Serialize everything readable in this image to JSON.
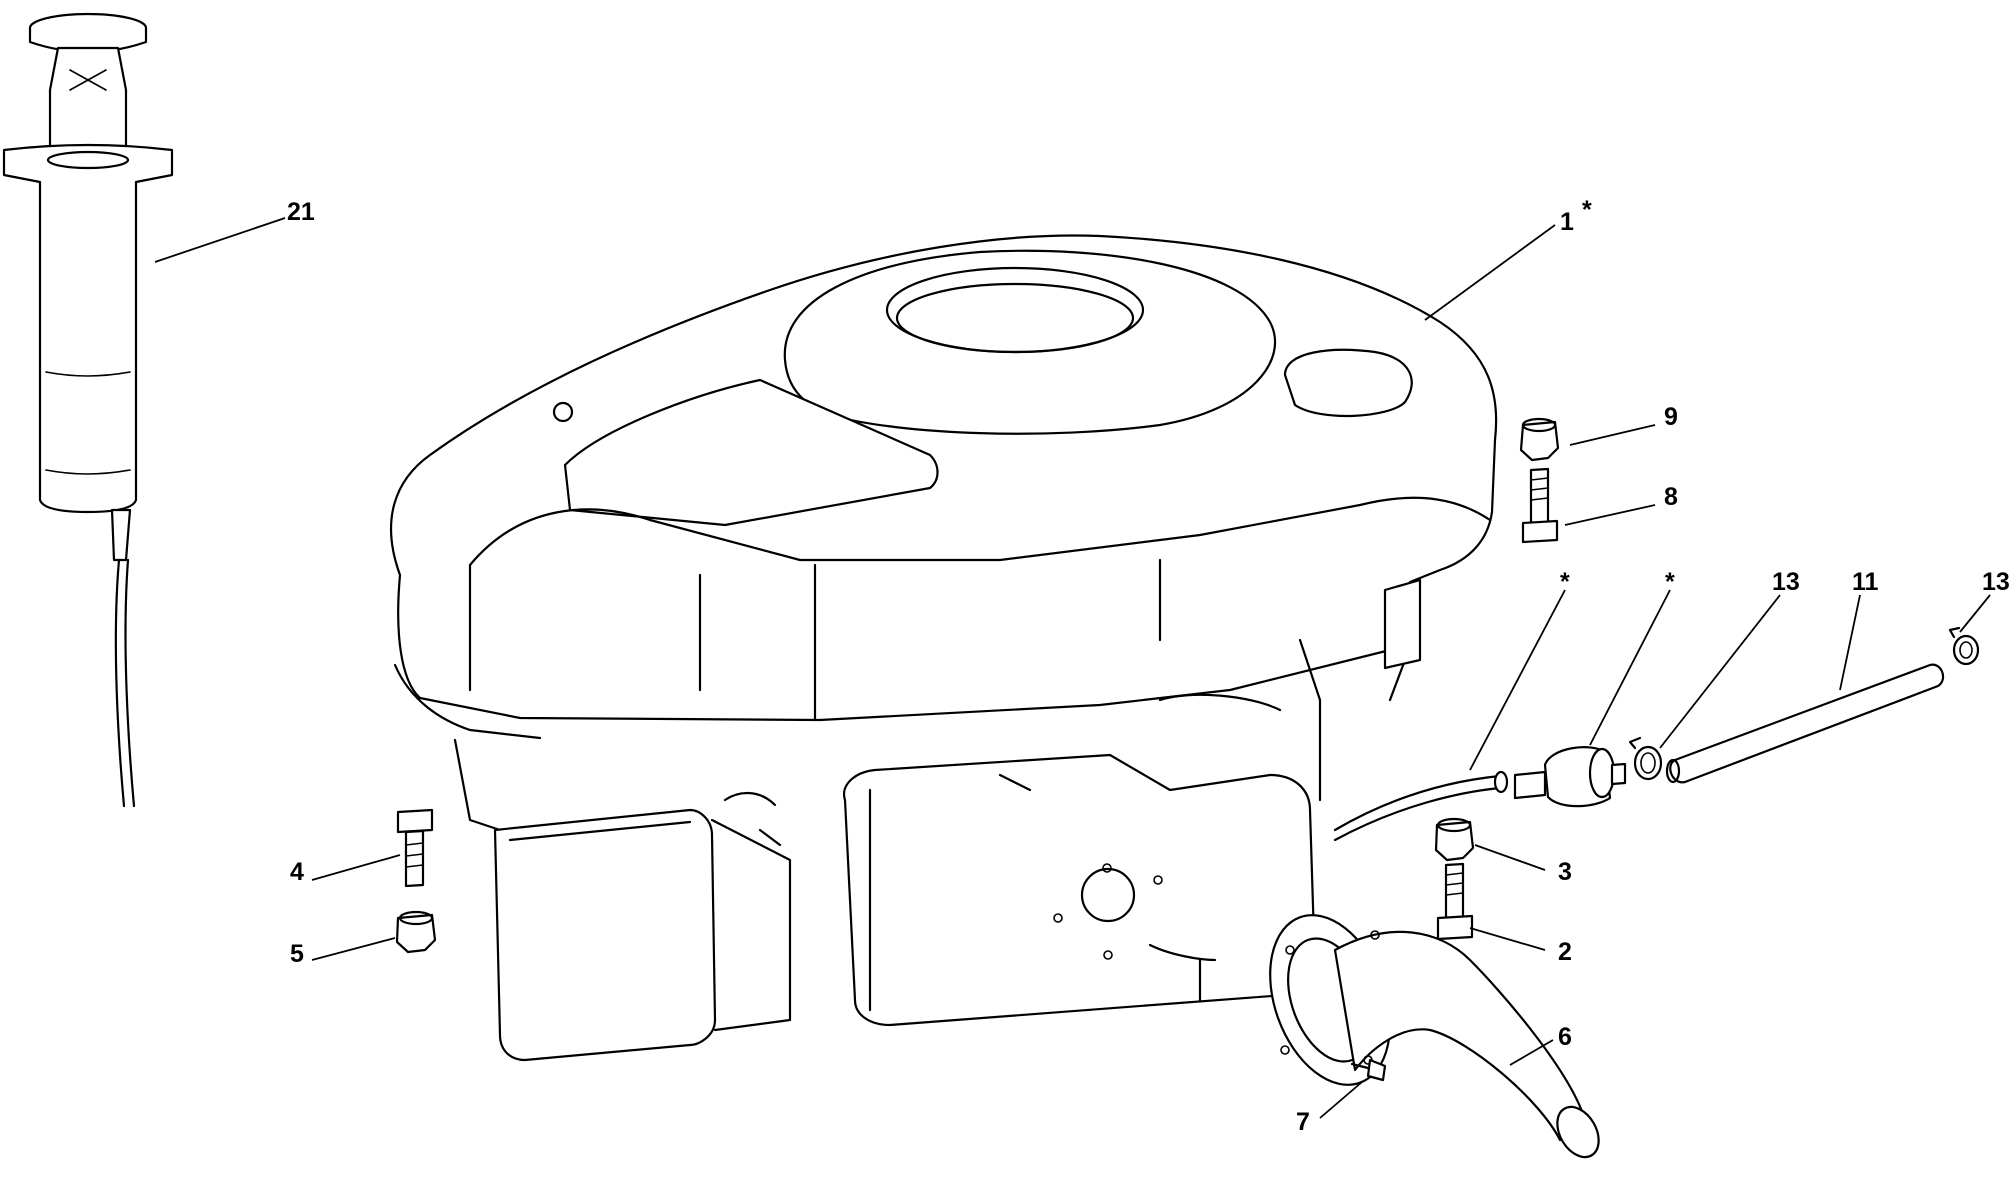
{
  "callouts": [
    {
      "id": "c21",
      "label": "21"
    },
    {
      "id": "c1",
      "label": "1"
    },
    {
      "id": "c1star",
      "label": "*"
    },
    {
      "id": "c9",
      "label": "9"
    },
    {
      "id": "c8",
      "label": "8"
    },
    {
      "id": "cstar1",
      "label": "*"
    },
    {
      "id": "cstar2",
      "label": "*"
    },
    {
      "id": "c13a",
      "label": "13"
    },
    {
      "id": "c11",
      "label": "11"
    },
    {
      "id": "c13b",
      "label": "13"
    },
    {
      "id": "c4",
      "label": "4"
    },
    {
      "id": "c5",
      "label": "5"
    },
    {
      "id": "c3",
      "label": "3"
    },
    {
      "id": "c2",
      "label": "2"
    },
    {
      "id": "c6",
      "label": "6"
    },
    {
      "id": "c7",
      "label": "7"
    }
  ]
}
